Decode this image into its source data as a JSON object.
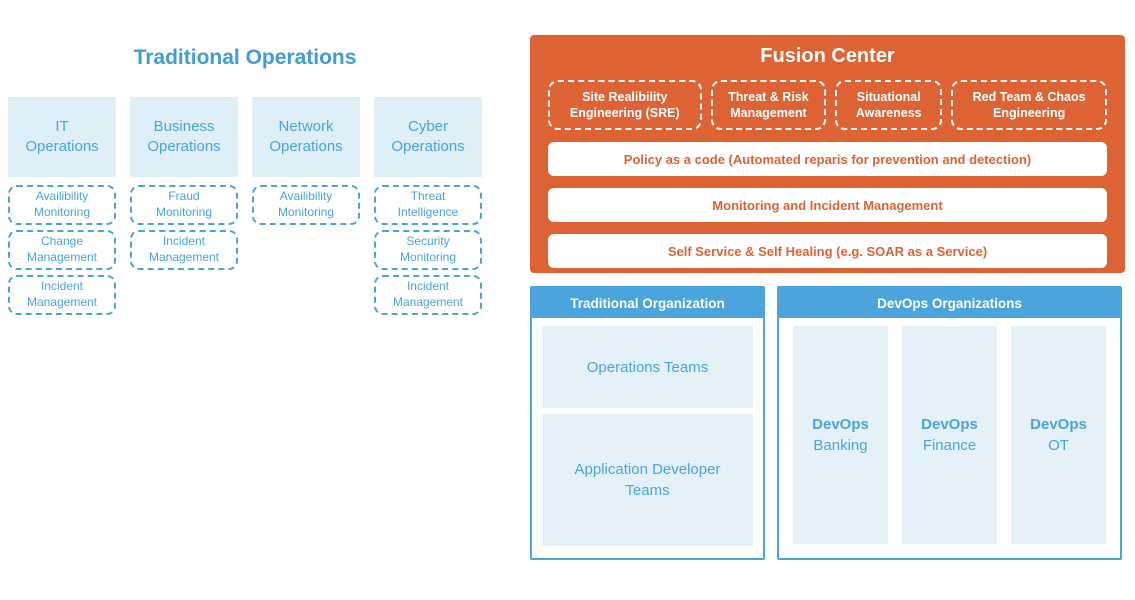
{
  "colors": {
    "orange": "#DD6335",
    "blue_text": "#4BA3DC",
    "header_blue": "#4BA4DC",
    "title_blue": "#3E9CD7",
    "light_blue_fill": "#DEEFF7",
    "inner_blue_fill": "#E4F1F9",
    "white": "#FFFFFF"
  },
  "traditional_operations": {
    "title": "Traditional Operations",
    "columns": [
      {
        "label": "IT\nOperations",
        "items": [
          "Availibility\nMonitoring",
          "Change\nManagement",
          "Incident\nManagement"
        ]
      },
      {
        "label": "Business\nOperations",
        "items": [
          "Fraud\nMonitoring",
          "Incident\nManagement"
        ]
      },
      {
        "label": "Network\nOperations",
        "items": [
          "Availibility\nMonitoring"
        ]
      },
      {
        "label": "Cyber\nOperations",
        "items": [
          "Threat\nIntelligence",
          "Security\nMonitoring",
          "Incident\nManagement"
        ]
      }
    ]
  },
  "fusion_center": {
    "title": "Fusion Center",
    "capabilities": [
      "Site Realibility\nEngineering (SRE)",
      "Threat & Risk\nManagement",
      "Situational\nAwareness",
      "Red Team & Chaos\nEngineering"
    ],
    "services": [
      "Policy as a code (Automated reparis for prevention and detection)",
      "Monitoring and Incident Management",
      "Self Service & Self Healing (e.g. SOAR as a Service)"
    ]
  },
  "traditional_organization": {
    "title": "Traditional Organization",
    "teams": [
      "Operations Teams",
      "Application Developer\nTeams"
    ]
  },
  "devops_organizations": {
    "title": "DevOps Organizations",
    "teams": [
      {
        "name": "DevOps",
        "unit": "Banking"
      },
      {
        "name": "DevOps",
        "unit": "Finance"
      },
      {
        "name": "DevOps",
        "unit": "OT"
      }
    ]
  }
}
